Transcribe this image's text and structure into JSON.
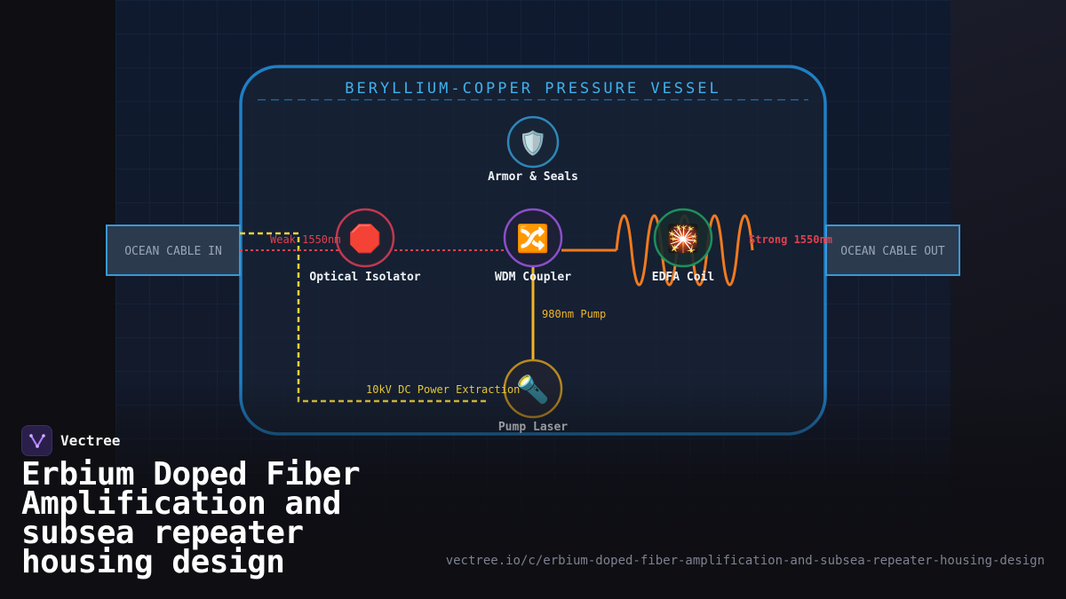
{
  "diagram": {
    "vessel_title": "BERYLLIUM-COPPER PRESSURE VESSEL",
    "cable_in": "OCEAN CABLE IN",
    "cable_out": "OCEAN CABLE OUT",
    "nodes": {
      "armor": {
        "label": "Armor & Seals",
        "emoji": "🛡️",
        "icon": "shield-icon",
        "color": "#2f86b8"
      },
      "isolator": {
        "label": "Optical Isolator",
        "emoji": "🛑",
        "icon": "stop-sign-icon",
        "color": "#c0394f"
      },
      "wdm": {
        "label": "WDM Coupler",
        "emoji": "🔀",
        "icon": "shuffle-icon",
        "color": "#8a4fc9"
      },
      "edfa": {
        "label": "EDFA Coil",
        "emoji": "🎇",
        "icon": "sparkler-icon",
        "color": "#1f8f5a"
      },
      "pump": {
        "label": "Pump Laser",
        "emoji": "🔦",
        "icon": "flashlight-icon",
        "color": "#b8891f"
      }
    },
    "signals": {
      "weak": "Weak 1550nm",
      "strong": "Strong 1550nm",
      "pump": "980nm Pump",
      "power": "10kV DC Power Extraction"
    },
    "colors": {
      "signal": "#e0414e",
      "pump": "#f0b429",
      "power": "#f2d33a",
      "coil": "#f07a1f",
      "vessel": "#1f7fc4",
      "vessel_title": "#3fb1ec"
    }
  },
  "brand": {
    "name": "Vectree",
    "logo_icon": "vectree-logo-icon"
  },
  "title": "Erbium Doped Fiber Amplification and subsea repeater housing design",
  "url": "vectree.io/c/erbium-doped-fiber-amplification-and-subsea-repeater-housing-design"
}
